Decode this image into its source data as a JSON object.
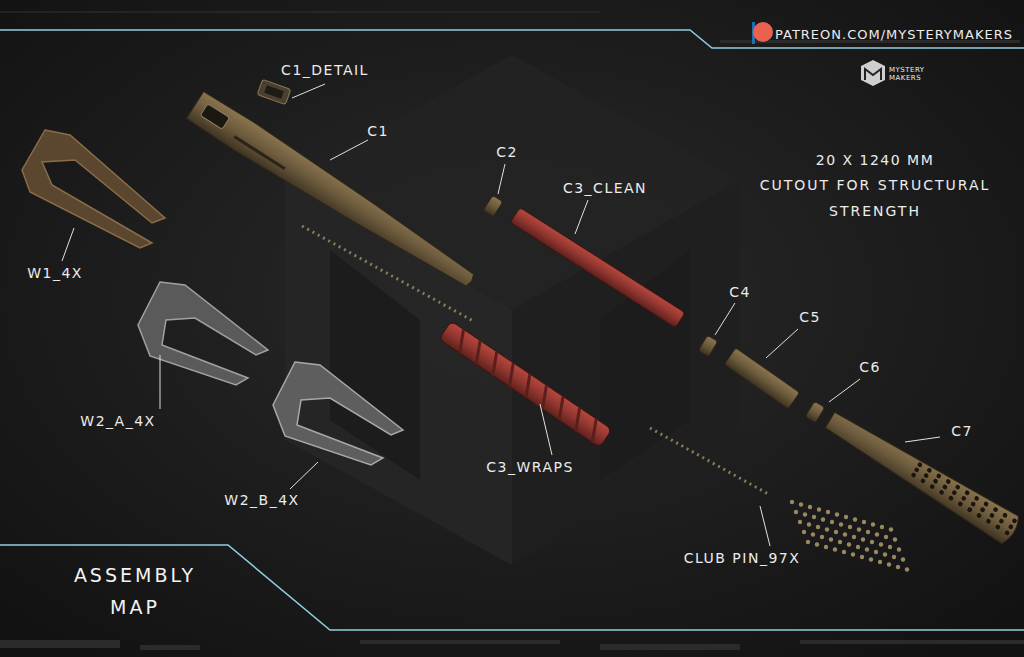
{
  "diagram": {
    "title": "ASSEMBLY MAP",
    "labels": [
      "PATREON.COM/MYSTERYMAKERS",
      "MYSTERY MAKERS",
      "C1_DETAIL",
      "C1",
      "C2",
      "C3_CLEAN",
      "20 X 1240 MM",
      "CUTOUT FOR STRUCTURAL STRENGTH",
      "W1_4X",
      "C4",
      "C5",
      "C6",
      "C7",
      "W2_A_4X",
      "C3_WRAPS",
      "W2_B_4X",
      "CLUB PIN_97X"
    ]
  }
}
